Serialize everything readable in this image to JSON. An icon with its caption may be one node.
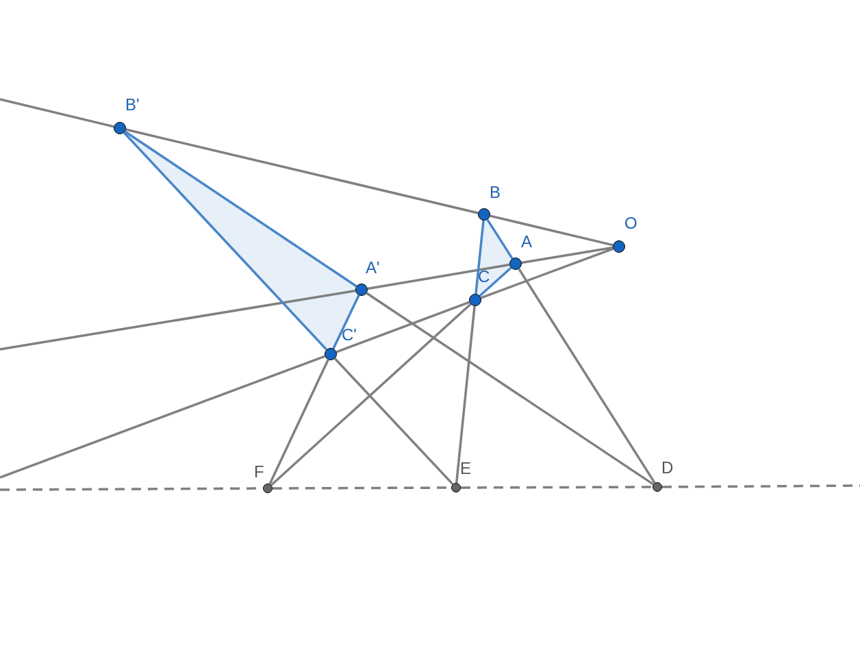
{
  "diagram": {
    "nodes": [
      {
        "text": [],
        "shape": "circle",
        "beside": [
          "B'"
        ]
      },
      {
        "text": [],
        "shape": "circle",
        "beside": [
          "B"
        ]
      },
      {
        "text": [],
        "shape": "circle",
        "beside": [
          "O"
        ]
      },
      {
        "text": [],
        "shape": "circle",
        "beside": [
          "A"
        ]
      },
      {
        "text": [],
        "shape": "circle",
        "beside": [
          "A'"
        ]
      },
      {
        "text": [],
        "shape": "circle",
        "beside": [
          "C"
        ]
      },
      {
        "text": [],
        "shape": "circle",
        "beside": [
          "C'"
        ]
      },
      {
        "text": [],
        "shape": "circle",
        "beside": [
          "F"
        ]
      },
      {
        "text": [],
        "shape": "circle",
        "beside": [
          "E"
        ]
      },
      {
        "text": [],
        "shape": "circle",
        "beside": [
          "D"
        ]
      }
    ],
    "edges": [
      {
        "from": null,
        "to": 0,
        "arrow": "none"
      },
      {
        "from": 0,
        "to": 1,
        "arrow": "none"
      },
      {
        "from": 1,
        "to": 2,
        "arrow": "none"
      },
      {
        "from": null,
        "to": 4,
        "arrow": "none"
      },
      {
        "from": 4,
        "to": 3,
        "arrow": "none"
      },
      {
        "from": 3,
        "to": 2,
        "arrow": "none"
      },
      {
        "from": null,
        "to": 6,
        "arrow": "none"
      },
      {
        "from": 6,
        "to": 5,
        "arrow": "none"
      },
      {
        "from": 5,
        "to": 2,
        "arrow": "none"
      },
      {
        "from": 0,
        "to": 4,
        "arrow": "none",
        "color": "#4a86c8"
      },
      {
        "from": 4,
        "to": 6,
        "arrow": "none",
        "color": "#4a86c8"
      },
      {
        "from": 6,
        "to": 0,
        "arrow": "none",
        "color": "#4a86c8"
      },
      {
        "from": 1,
        "to": 3,
        "arrow": "none",
        "color": "#4a86c8"
      },
      {
        "from": 3,
        "to": 5,
        "arrow": "none",
        "color": "#4a86c8"
      },
      {
        "from": 5,
        "to": 1,
        "arrow": "none",
        "color": "#4a86c8"
      },
      {
        "from": 4,
        "to": 9,
        "arrow": "none"
      },
      {
        "from": 3,
        "to": 9,
        "arrow": "none"
      },
      {
        "from": 6,
        "to": 8,
        "arrow": "none"
      },
      {
        "from": 5,
        "to": 8,
        "arrow": "none"
      },
      {
        "from": 6,
        "to": 7,
        "arrow": "none"
      },
      {
        "from": 5,
        "to": 7,
        "arrow": "none"
      },
      {
        "from": null,
        "to": 7,
        "arrow": "none",
        "style": "dashed"
      },
      {
        "from": 7,
        "to": 8,
        "arrow": "none",
        "style": "dashed"
      },
      {
        "from": 8,
        "to": 9,
        "arrow": "none",
        "style": "dashed"
      },
      {
        "from": 9,
        "to": null,
        "arrow": "none",
        "style": "dashed"
      }
    ]
  }
}
